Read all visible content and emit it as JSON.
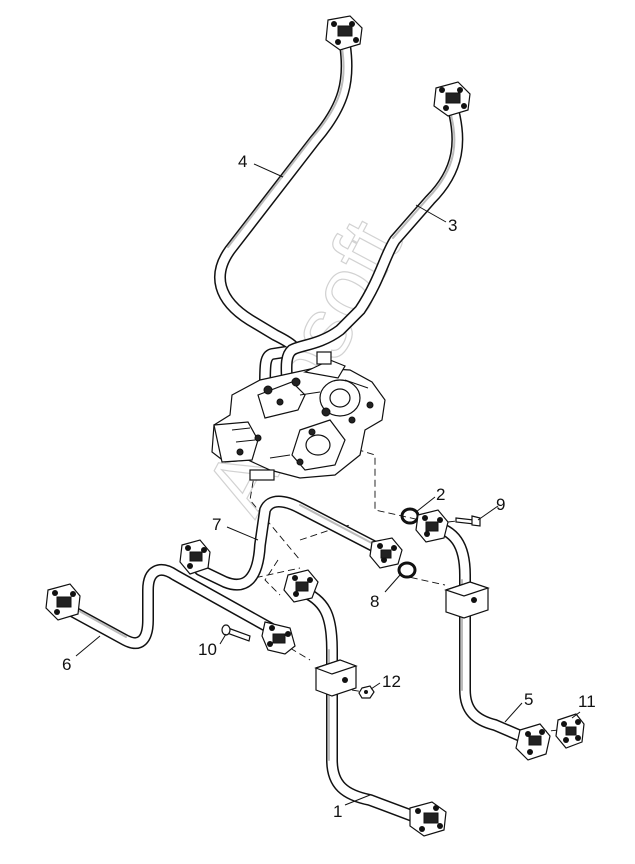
{
  "callouts": [
    {
      "id": "1",
      "label": "1"
    },
    {
      "id": "2",
      "label": "2"
    },
    {
      "id": "3",
      "label": "3"
    },
    {
      "id": "4",
      "label": "4"
    },
    {
      "id": "5",
      "label": "5"
    },
    {
      "id": "6",
      "label": "6"
    },
    {
      "id": "7",
      "label": "7"
    },
    {
      "id": "8",
      "label": "8"
    },
    {
      "id": "9",
      "label": "9"
    },
    {
      "id": "10",
      "label": "10"
    },
    {
      "id": "11",
      "label": "11"
    },
    {
      "id": "12",
      "label": "12"
    }
  ],
  "watermark": "Autosoft"
}
